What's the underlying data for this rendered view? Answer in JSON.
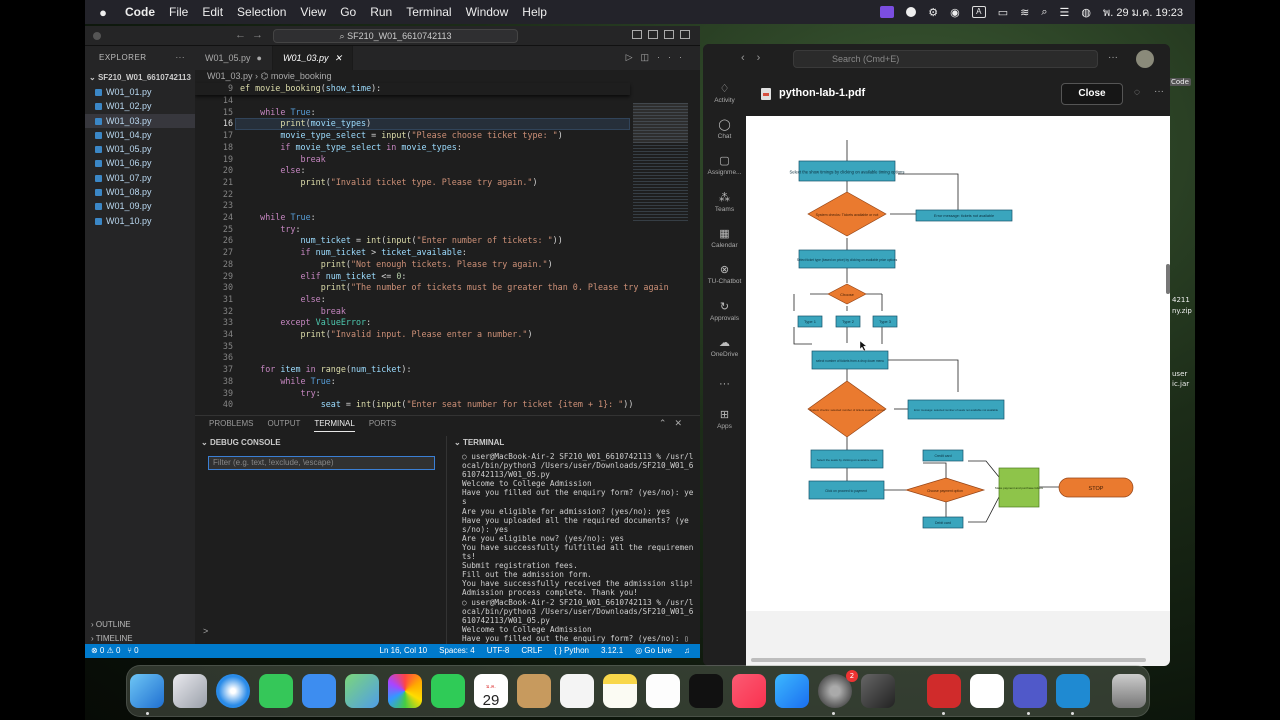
{
  "menubar": {
    "app": "Code",
    "menus": [
      "File",
      "Edit",
      "Selection",
      "View",
      "Go",
      "Run",
      "Terminal",
      "Window",
      "Help"
    ],
    "input_source": "A",
    "clock": "พ. 29 ม.ค. 19:23"
  },
  "vscode": {
    "command_center": "SF210_W01_6610742113",
    "explorer": {
      "header": "EXPLORER",
      "folder": "SF210_W01_6610742113",
      "files": [
        "W01_01.py",
        "W01_02.py",
        "W01_03.py",
        "W01_04.py",
        "W01_05.py",
        "W01_06.py",
        "W01_07.py",
        "W01_08.py",
        "W01_09.py",
        "W01_10.py"
      ],
      "outline": "OUTLINE",
      "timeline": "TIMELINE"
    },
    "tabs": [
      {
        "label": "W01_05.py",
        "active": false
      },
      {
        "label": "W01_03.py",
        "active": true
      }
    ],
    "breadcrumb": {
      "file": "W01_03.py",
      "symbol": "movie_booking"
    },
    "sticky": {
      "line": "9",
      "text": "ef movie_booking(show_time):"
    },
    "code_lines": [
      {
        "n": "14",
        "t": ""
      },
      {
        "n": "15",
        "t": "    while True:"
      },
      {
        "n": "16",
        "t": "        print(movie_types)"
      },
      {
        "n": "17",
        "t": "        movie_type_select = input(\"Please choose ticket type: \")"
      },
      {
        "n": "18",
        "t": "        if movie_type_select in movie_types:"
      },
      {
        "n": "19",
        "t": "            break"
      },
      {
        "n": "20",
        "t": "        else:"
      },
      {
        "n": "21",
        "t": "            print(\"Invalid ticket type. Please try again.\")"
      },
      {
        "n": "22",
        "t": ""
      },
      {
        "n": "23",
        "t": ""
      },
      {
        "n": "24",
        "t": "    while True:"
      },
      {
        "n": "25",
        "t": "        try:"
      },
      {
        "n": "26",
        "t": "            num_ticket = int(input(\"Enter number of tickets: \"))"
      },
      {
        "n": "27",
        "t": "            if num_ticket > ticket_available:"
      },
      {
        "n": "28",
        "t": "                print(\"Not enough tickets. Please try again.\")"
      },
      {
        "n": "29",
        "t": "            elif num_ticket <= 0:"
      },
      {
        "n": "30",
        "t": "                print(\"The number of tickets must be greater than 0. Please try again"
      },
      {
        "n": "31",
        "t": "            else:"
      },
      {
        "n": "32",
        "t": "                break"
      },
      {
        "n": "33",
        "t": "        except ValueError:"
      },
      {
        "n": "34",
        "t": "            print(\"Invalid input. Please enter a number.\")"
      },
      {
        "n": "35",
        "t": ""
      },
      {
        "n": "36",
        "t": ""
      },
      {
        "n": "37",
        "t": "    for item in range(num_ticket):"
      },
      {
        "n": "38",
        "t": "        while True:"
      },
      {
        "n": "39",
        "t": "            try:"
      },
      {
        "n": "40",
        "t": "                seat = int(input(\"Enter seat number for ticket {item + 1}: \"))"
      }
    ],
    "panel_tabs": [
      "PROBLEMS",
      "OUTPUT",
      "TERMINAL",
      "PORTS"
    ],
    "debug": {
      "header": "DEBUG CONSOLE",
      "filter_placeholder": "Filter (e.g. text, !exclude, \\escape)",
      "prompt": ">"
    },
    "terminal": {
      "header": "TERMINAL",
      "lines": [
        "user@MacBook-Air-2 SF210_W01_6610742113 % /usr/local/bin/python3 /Users/user/Downloads/SF210_W01_6610742113/W01_05.py",
        "Welcome to College Admission",
        "Have you filled out the enquiry form? (yes/no): yes",
        "Are you eligible for admission? (yes/no): yes",
        "Have you uploaded all the required documents? (yes/no): yes",
        "Are you eligible now? (yes/no): yes",
        "You have successfully fulfilled all the requirements!",
        "Submit registration fees.",
        "Fill out the admission form.",
        "You have successfully received the admission slip!",
        "Admission process complete. Thank you!",
        "user@MacBook-Air-2 SF210_W01_6610742113 % /usr/local/bin/python3 /Users/user/Downloads/SF210_W01_6610742113/W01_05.py",
        "Welcome to College Admission",
        "Have you filled out the enquiry form? (yes/no): "
      ]
    },
    "status": {
      "errors": "⊗ 0 ⚠ 0",
      "ports": "⑂ 0",
      "position": "Ln 16, Col 10",
      "spaces": "Spaces: 4",
      "encoding": "UTF-8",
      "eol": "CRLF",
      "language": "Python",
      "version": "3.12.1",
      "live": "Go Live"
    }
  },
  "teams": {
    "search_placeholder": "Search (Cmd+E)",
    "rail": [
      "Activity",
      "Chat",
      "Assignme...",
      "Teams",
      "Calendar",
      "TU-Chatbot",
      "Approvals",
      "OneDrive",
      "Apps"
    ],
    "pdf_title": "python-lab-1.pdf",
    "close_label": "Close",
    "flowchart": {
      "nodes": [
        "Select the show timings by clicking on available timing options",
        "System checks: Tickets available or not",
        "Error message: tickets not available",
        "Select ticket type (based on price) by clicking on available price options",
        "Choose",
        "Type 1",
        "Type 2",
        "Type 3",
        "select number of tickets from a drop down menu",
        "System checks: selected number of tickets available or not",
        "Error message: selected number of seats not available not available",
        "Select the seats by clicking on available seats",
        "Click on proceed to payment",
        "Choose payment option",
        "Credit card",
        "Debit card",
        "Make payment and purchase tickets",
        "STOP"
      ]
    }
  },
  "desktop": {
    "labels": [
      "4211",
      "ny.zip",
      "user",
      "ic.jar",
      "Code"
    ]
  },
  "dock": {
    "calendar_month": "ม.ค.",
    "calendar_day": "29",
    "badge": "2"
  }
}
